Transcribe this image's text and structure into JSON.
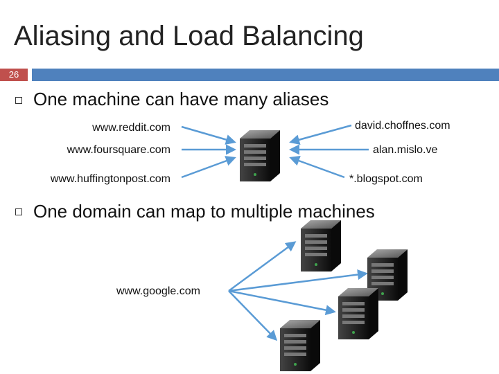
{
  "slide": {
    "title": "Aliasing and Load Balancing",
    "page_number": "26",
    "bullets": [
      "One machine can have many aliases",
      "One domain can map to multiple machines"
    ],
    "aliases_left": [
      "www.reddit.com",
      "www.foursquare.com",
      "www.huffingtonpost.com"
    ],
    "aliases_right": [
      "david.choffnes.com",
      "alan.mislo.ve",
      "*.blogspot.com"
    ],
    "domain_label": "www.google.com"
  },
  "colors": {
    "accent_bar": "#4f81bd",
    "page_badge": "#c0504d",
    "arrow": "#5a9bd5"
  },
  "icons": [
    "server-icon"
  ]
}
